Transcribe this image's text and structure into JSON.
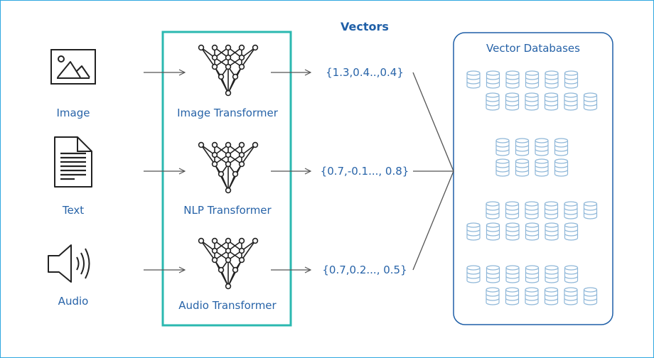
{
  "header": {
    "vectors_title": "Vectors"
  },
  "inputs": [
    {
      "label": "Image",
      "icon": "image-icon"
    },
    {
      "label": "Text",
      "icon": "document-icon"
    },
    {
      "label": "Audio",
      "icon": "speaker-icon"
    }
  ],
  "transformers": [
    {
      "label": "Image Transformer",
      "icon": "neural-network-icon"
    },
    {
      "label": "NLP Transformer",
      "icon": "neural-network-icon"
    },
    {
      "label": "Audio Transformer",
      "icon": "neural-network-icon"
    }
  ],
  "vectors": [
    {
      "text": "{1.3,0.4..,0.4}"
    },
    {
      "text": "{0.7,-0.1..., 0.8}"
    },
    {
      "text": "{0.7,0.2..., 0.5}"
    }
  ],
  "database": {
    "title": "Vector Databases",
    "icon": "database-icon"
  },
  "colors": {
    "border": "#2ea7e0",
    "transformer_box": "#2bb8b0",
    "text": "#2763a8",
    "database_icon": "#8fb7d8",
    "arrows": "#555555",
    "icons": "#222222"
  }
}
